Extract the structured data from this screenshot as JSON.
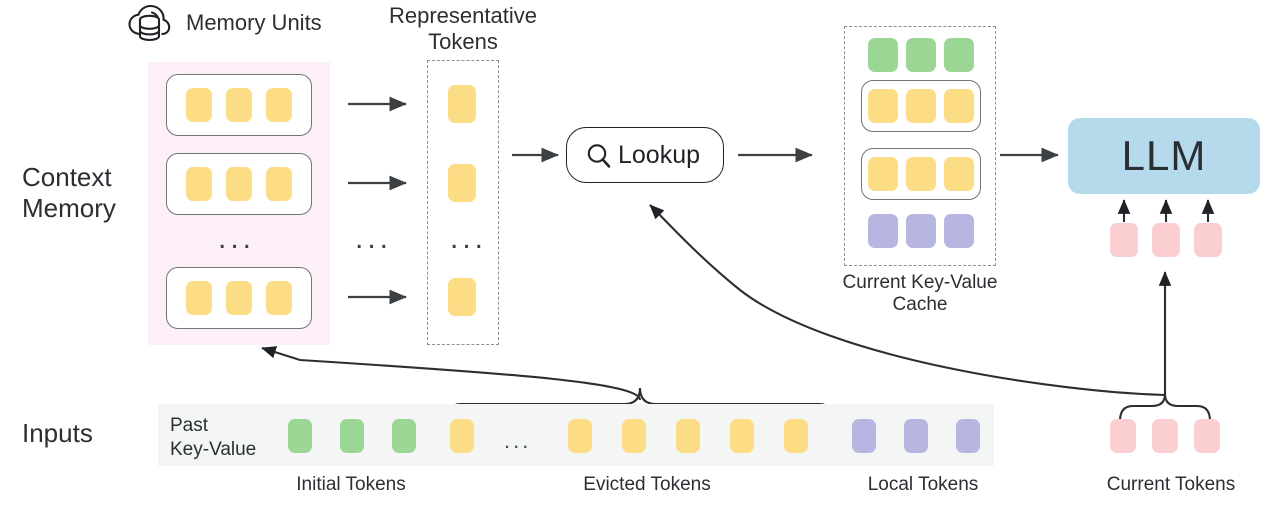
{
  "diagram": {
    "title_icon": "cloud-database-icon",
    "row_labels": {
      "context_memory": "Context\nMemory",
      "inputs": "Inputs"
    },
    "headings": {
      "memory_units": "Memory Units",
      "representative_tokens": "Representative\nTokens"
    },
    "lookup": {
      "label": "Lookup",
      "icon": "search-icon"
    },
    "kv_cache": {
      "caption": "Current Key-Value\nCache",
      "rows": [
        {
          "color_name": "green",
          "color": "#9bd694",
          "boxed": false,
          "count": 3
        },
        {
          "color_name": "yellow",
          "color": "#fcdd86",
          "boxed": true,
          "count": 3
        },
        {
          "color_name": "yellow",
          "color": "#fcdd86",
          "boxed": true,
          "count": 3
        },
        {
          "color_name": "purple",
          "color": "#b6b6e0",
          "boxed": false,
          "count": 3
        }
      ]
    },
    "llm": {
      "label": "LLM",
      "box_color": "#b5daec",
      "input_token_count": 3,
      "input_token_color": "#fbcfd1"
    },
    "memory_units": {
      "unit_count_shown": 3,
      "tokens_per_unit": 3,
      "token_color": "#fcdd86",
      "background": "#fbeaf4",
      "ellipsis": "..."
    },
    "representative_tokens": {
      "token_count_shown": 3,
      "token_color": "#fcdd86",
      "ellipsis": "..."
    },
    "inputs": {
      "past_key_value_label": "Past\nKey-Value",
      "strip_color": "#f4f6f5",
      "ellipsis": "...",
      "tokens": [
        {
          "color_name": "green",
          "color": "#9bd694"
        },
        {
          "color_name": "green",
          "color": "#9bd694"
        },
        {
          "color_name": "green",
          "color": "#9bd694"
        },
        {
          "color_name": "yellow",
          "color": "#fcdd86"
        },
        {
          "color_name": "ellipsis",
          "color": ""
        },
        {
          "color_name": "yellow",
          "color": "#fcdd86"
        },
        {
          "color_name": "yellow",
          "color": "#fcdd86"
        },
        {
          "color_name": "yellow",
          "color": "#fcdd86"
        },
        {
          "color_name": "yellow",
          "color": "#fcdd86"
        },
        {
          "color_name": "yellow",
          "color": "#fcdd86"
        },
        {
          "color_name": "purple",
          "color": "#b6b6e0"
        },
        {
          "color_name": "purple",
          "color": "#b6b6e0"
        },
        {
          "color_name": "purple",
          "color": "#b6b6e0"
        }
      ],
      "current_tokens": [
        {
          "color_name": "pink",
          "color": "#fbcfd1"
        },
        {
          "color_name": "pink",
          "color": "#fbcfd1"
        },
        {
          "color_name": "pink",
          "color": "#fbcfd1"
        }
      ],
      "group_captions": {
        "initial": "Initial Tokens",
        "evicted": "Evicted Tokens",
        "local": "Local Tokens",
        "current": "Current Tokens"
      }
    },
    "colors": {
      "yellow": "#fcdd86",
      "green": "#9bd694",
      "purple": "#b6b6e0",
      "pink": "#fbcfd1",
      "blue": "#b5daec",
      "memory_bg": "#fbeaf4",
      "strip_bg": "#f4f6f5",
      "stroke": "#2b2f33"
    }
  }
}
